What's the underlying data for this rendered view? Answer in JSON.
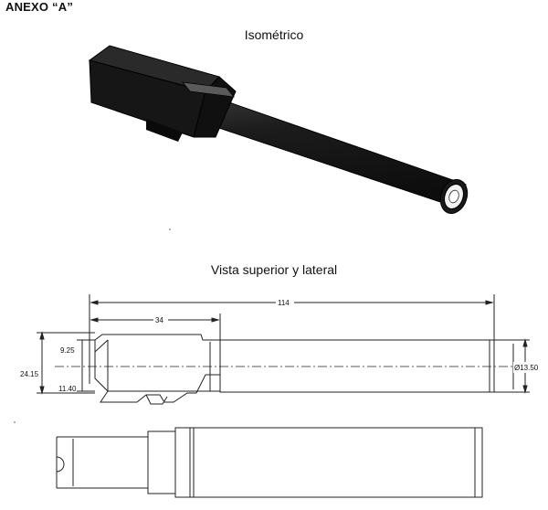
{
  "header": {
    "annex_title": "ANEXO “A”"
  },
  "isometric": {
    "heading": "Isométrico"
  },
  "views": {
    "heading": "Vista superior y lateral",
    "dimensions": {
      "overall_length": "114",
      "chamber_length": "34",
      "total_height": "24.15",
      "upper_offset": "9.25",
      "lower_offset": "11.40",
      "muzzle_diameter": "Ø13.50"
    }
  }
}
